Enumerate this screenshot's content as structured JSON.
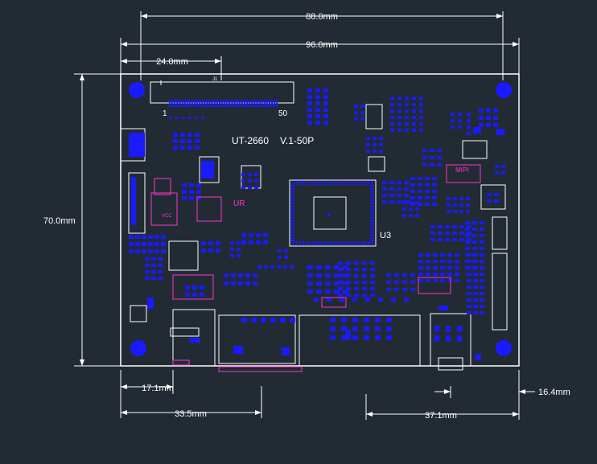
{
  "dimensions": {
    "top_width": "88.0mm",
    "overall_width": "96.0mm",
    "connector_offset": "24.0mm",
    "height": "70.0mm",
    "bottom_left_1": "17.1mm",
    "bottom_left_2": "33.5mm",
    "bottom_right_1": "37.1mm",
    "bottom_right_2": "16.4mm"
  },
  "board": {
    "model": "UT-2660",
    "version": "V.1-50P",
    "chip": "U3",
    "pin_first": "1",
    "pin_last": "50",
    "header": "J1",
    "mark_ur": "UR",
    "mark_mipi": "MIPI",
    "mark_vcc": "VCC"
  },
  "colors": {
    "background": "#222b33",
    "outline": "#ffffff",
    "pads": "#1a1aff",
    "silk": "#ffffff",
    "marker": "#ff33cc"
  }
}
